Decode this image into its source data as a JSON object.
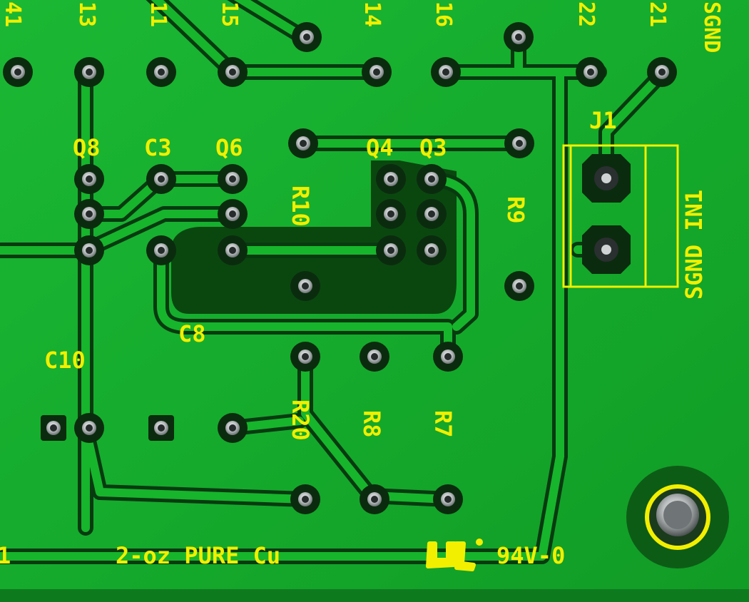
{
  "board": {
    "colors": {
      "solder_mask": "#14ad2b",
      "trace_outline": "#083a10",
      "copper_trace": "#17b52c",
      "silkscreen": "#f2ef00",
      "pad_ring": "#0b2b0e",
      "hole_metal": "#cfd3d4"
    }
  },
  "silkscreen": {
    "top_row": [
      "41",
      "13",
      "11",
      "15",
      "14",
      "16",
      "22",
      "21",
      "SGND"
    ],
    "labels": {
      "q8": "Q8",
      "c3": "C3",
      "q6": "Q6",
      "q4": "Q4",
      "q3": "Q3",
      "j1": "J1",
      "r10": "R10",
      "r9": "R9",
      "sgnd_in1": "SGND IN1",
      "c8": "C8",
      "c10": "C10",
      "r20": "R20",
      "r8": "R8",
      "r7": "R7"
    },
    "bottom": {
      "left_fragment": "1",
      "copper_spec": "2-oz PURE Cu",
      "flammability": "94V-0"
    }
  }
}
